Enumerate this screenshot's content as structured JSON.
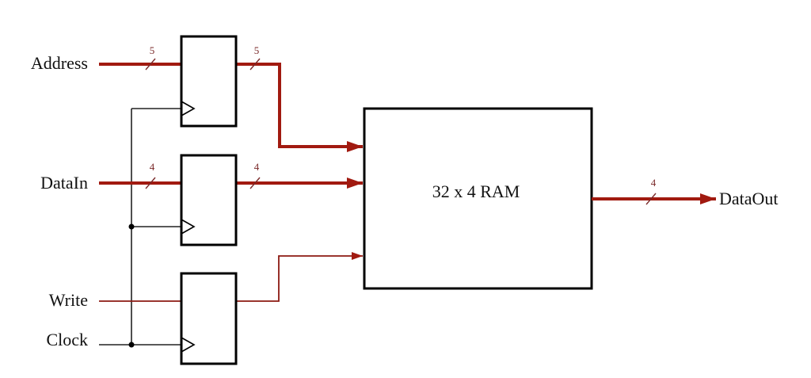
{
  "diagram": {
    "title": "32 x 4 RAM with input registers",
    "inputs": [
      {
        "id": "address",
        "label": "Address",
        "width": "5",
        "width_out": "5"
      },
      {
        "id": "datain",
        "label": "DataIn",
        "width": "4",
        "width_out": "4"
      },
      {
        "id": "write",
        "label": "Write"
      },
      {
        "id": "clock",
        "label": "Clock"
      }
    ],
    "ram": {
      "label": "32 x 4 RAM"
    },
    "output": {
      "label": "DataOut",
      "width": "4"
    },
    "colors": {
      "bus": "#a11a10",
      "control": "#8c1a12",
      "clock": "#222222",
      "box": "#000000",
      "bus_width_label": "#7a2a2a"
    }
  }
}
